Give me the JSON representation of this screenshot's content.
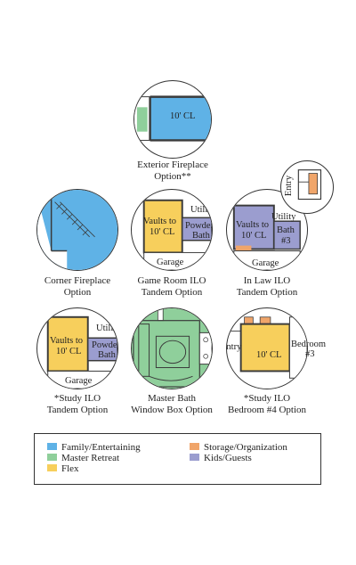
{
  "colors": {
    "family": "#5fb2e6",
    "master": "#8fcf9b",
    "flex": "#f7cf5c",
    "storage": "#f0a56a",
    "kids": "#9b9dcf",
    "wall": "#3a3a3a"
  },
  "options": [
    {
      "id": "exterior-fireplace",
      "caption": [
        "Exterior Fireplace",
        "Option**"
      ],
      "labels": [
        "10' CL"
      ]
    },
    {
      "id": "corner-fireplace",
      "caption": [
        "Corner Fireplace",
        "Option"
      ],
      "labels": []
    },
    {
      "id": "game-room",
      "caption": [
        "Game Room ILO",
        "Tandem Option"
      ],
      "labels": [
        "Vaults to",
        "10' CL",
        "Utility",
        "Powder",
        "Bath",
        "Garage"
      ]
    },
    {
      "id": "in-law",
      "caption": [
        "In Law ILO",
        "Tandem Option"
      ],
      "labels": [
        "Vaults to",
        "10' CL",
        "Utility",
        "Bath",
        "#3",
        "Garage",
        "Entry"
      ]
    },
    {
      "id": "study-tandem",
      "caption": [
        "*Study ILO",
        "Tandem Option"
      ],
      "labels": [
        "Vaults to",
        "10' CL",
        "Utility",
        "Powder",
        "Bath",
        "Garage"
      ]
    },
    {
      "id": "master-bath",
      "caption": [
        "Master Bath",
        "Window Box Option"
      ],
      "labels": []
    },
    {
      "id": "study-bedroom",
      "caption": [
        "*Study ILO",
        "Bedroom #4 Option"
      ],
      "labels": [
        "10' CL",
        "Entry",
        "Bedroom",
        "#3"
      ]
    }
  ],
  "legend": [
    {
      "label": "Family/Entertaining",
      "color": "#5fb2e6"
    },
    {
      "label": "Storage/Organization",
      "color": "#f0a56a"
    },
    {
      "label": "Master Retreat",
      "color": "#8fcf9b"
    },
    {
      "label": "Kids/Guests",
      "color": "#9b9dcf"
    },
    {
      "label": "Flex",
      "color": "#f7cf5c"
    }
  ]
}
